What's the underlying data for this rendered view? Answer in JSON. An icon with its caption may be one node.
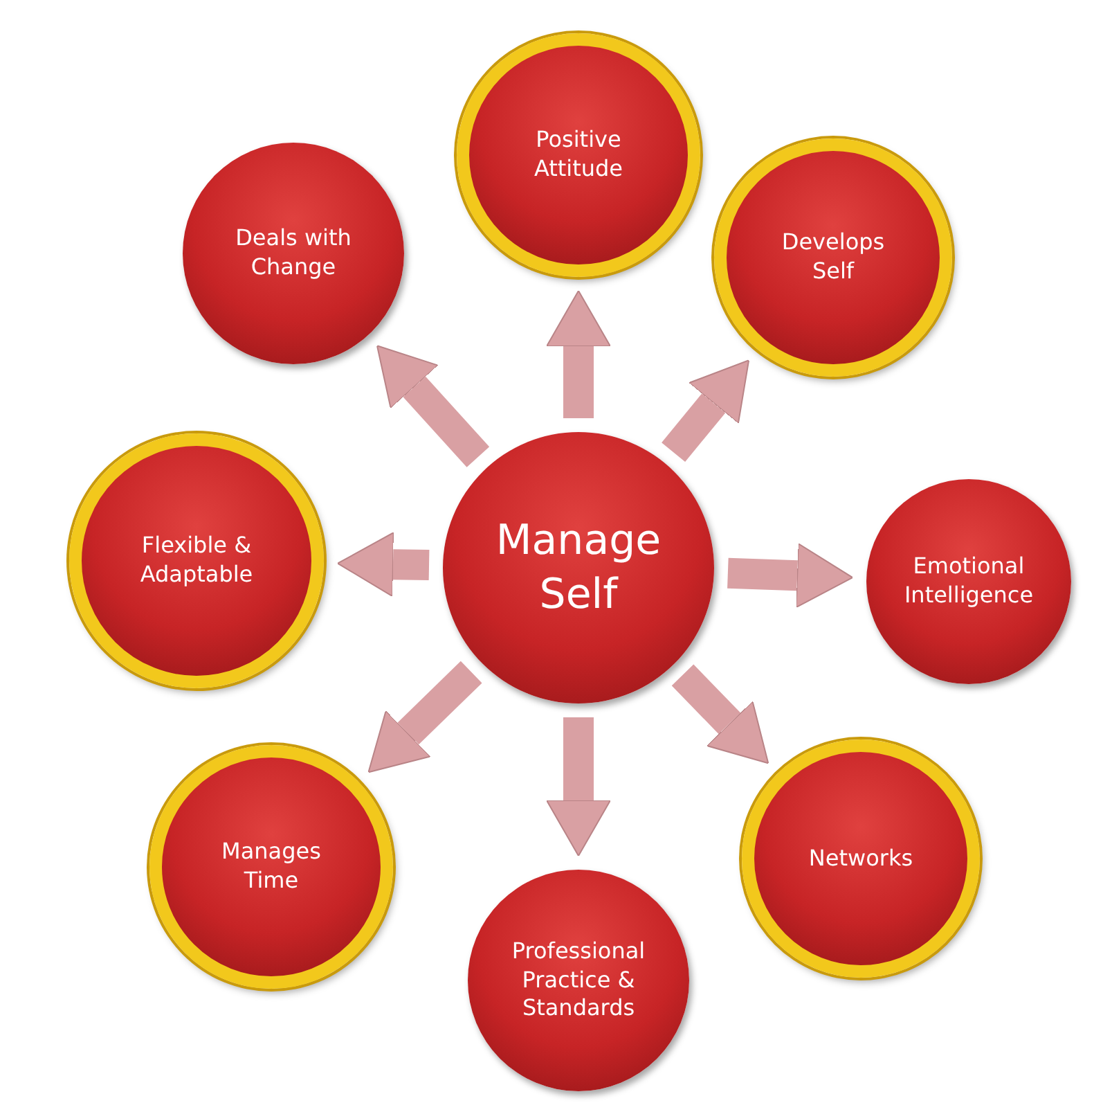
{
  "diagram": {
    "nodes": [
      {
        "text": [
          "Manage Self"
        ]
      },
      {
        "text": [
          "Positive Attitude"
        ]
      },
      {
        "text": [
          "Develops Self"
        ]
      },
      {
        "text": [
          "Emotional Intelligence"
        ]
      },
      {
        "text": [
          "Networks"
        ]
      },
      {
        "text": [
          "Professional Practice & Standards"
        ]
      },
      {
        "text": [
          "Manages Time"
        ]
      },
      {
        "text": [
          "Flexible & Adaptable"
        ]
      },
      {
        "text": [
          "Deals with Change"
        ]
      }
    ],
    "edges": [
      {
        "from": 0,
        "to": 1,
        "arrow": "to"
      },
      {
        "from": 0,
        "to": 2,
        "arrow": "to"
      },
      {
        "from": 0,
        "to": 3,
        "arrow": "to"
      },
      {
        "from": 0,
        "to": 4,
        "arrow": "to"
      },
      {
        "from": 0,
        "to": 5,
        "arrow": "to"
      },
      {
        "from": 0,
        "to": 6,
        "arrow": "to"
      },
      {
        "from": 0,
        "to": 7,
        "arrow": "to"
      },
      {
        "from": 0,
        "to": 8,
        "arrow": "to"
      }
    ]
  }
}
